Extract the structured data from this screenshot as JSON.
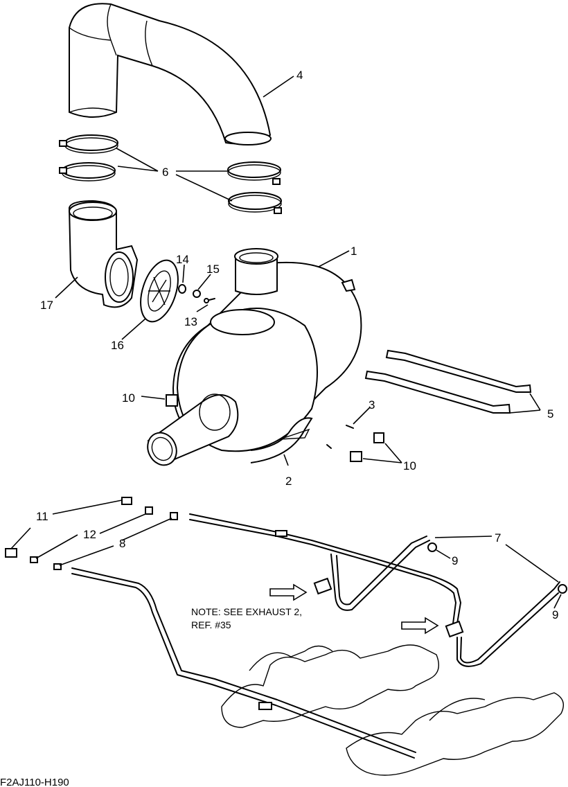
{
  "callouts": {
    "c1": "1",
    "c2": "2",
    "c3": "3",
    "c4": "4",
    "c5": "5",
    "c6": "6",
    "c7": "7",
    "c8": "8",
    "c9a": "9",
    "c9b": "9",
    "c10a": "10",
    "c10b": "10",
    "c11": "11",
    "c12": "12",
    "c13": "13",
    "c14": "14",
    "c15": "15",
    "c16": "16",
    "c17": "17"
  },
  "note": {
    "line1": "NOTE: SEE EXHAUST 2,",
    "line2": "REF. #35"
  },
  "figure_id": "F2AJ110-H190"
}
